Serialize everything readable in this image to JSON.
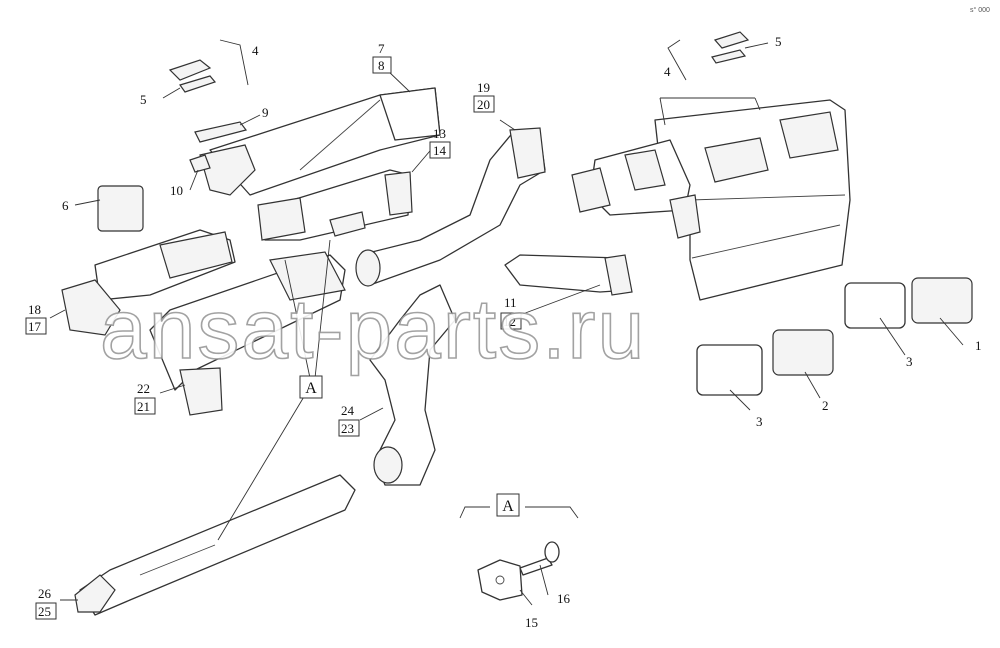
{
  "watermark": "ansat-parts.ru",
  "corner_ref": "s° 000",
  "callouts": {
    "c1": "1",
    "c2": "2",
    "c3a": "3",
    "c3b": "3",
    "c4a": "4",
    "c4b": "4",
    "c5a": "5",
    "c5b": "5",
    "c6": "6",
    "c7": "7",
    "c8": "8",
    "c9": "9",
    "c10": "10",
    "c11": "11",
    "c12": "12",
    "c13": "13",
    "c14": "14",
    "c15": "15",
    "c16": "16",
    "c17": "17",
    "c18": "18",
    "c19": "19",
    "c20": "20",
    "c21": "21",
    "c22": "22",
    "c23": "23",
    "c24": "24",
    "c25": "25",
    "c26": "26"
  },
  "detail_marker": "A",
  "detail_view_label": "A"
}
